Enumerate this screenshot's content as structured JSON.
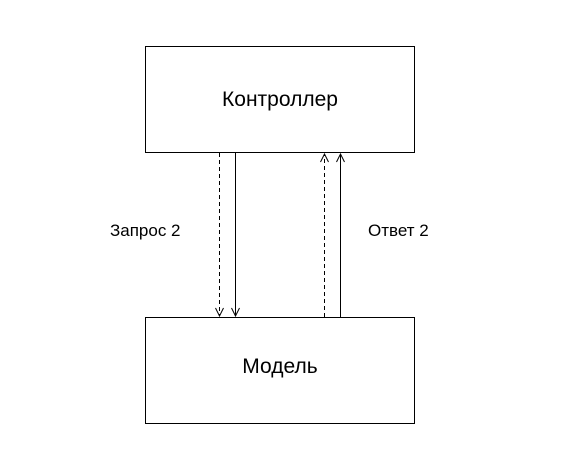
{
  "diagram": {
    "nodes": {
      "controller": {
        "label": "Контроллер"
      },
      "model": {
        "label": "Модель"
      }
    },
    "edges": {
      "request": {
        "label": "Запрос 2",
        "direction": "controller-to-model"
      },
      "response": {
        "label": "Ответ 2",
        "direction": "model-to-controller"
      }
    },
    "colors": {
      "stroke": "#000000",
      "background": "#ffffff"
    }
  }
}
